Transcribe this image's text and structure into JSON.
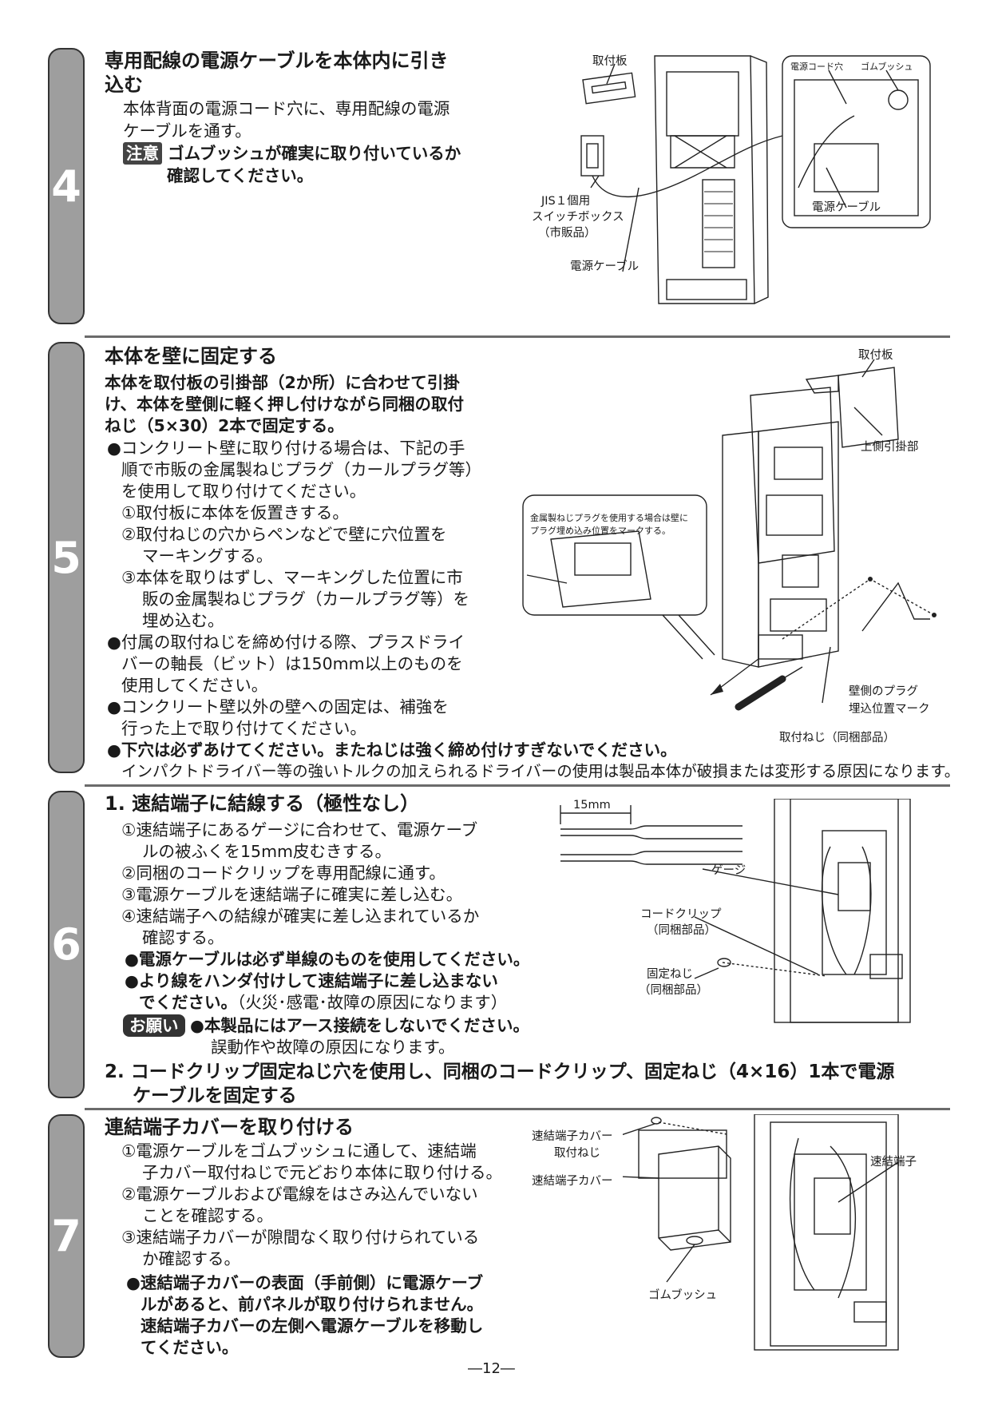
{
  "steps": {
    "s4": {
      "num": "4",
      "title1": "専用配線の電源ケーブルを本体内に引き",
      "title2": "込む",
      "text1": "本体背面の電源コード穴に、専用配線の電源",
      "text2": "ケーブルを通す。",
      "caution_badge": "注意",
      "caution1": "ゴムブッシュが確実に取り付いているか",
      "caution2": "確認してください。",
      "fig": {
        "mount_plate": "取付板",
        "cord_hole": "電源コード穴",
        "rubber_bush": "ゴムブッシュ",
        "switch_box1": "JIS１個用",
        "switch_box2": "スイッチボックス",
        "switch_box3": "（市販品）",
        "cable_main": "電源ケーブル",
        "cable_inset": "電源ケーブル"
      }
    },
    "s5": {
      "num": "5",
      "title": "本体を壁に固定する",
      "lead1": "本体を取付板の引掛部（2か所）に合わせて引掛",
      "lead2": "け、本体を壁側に軽く押し付けながら同梱の取付",
      "lead3": "ねじ（5×30）2本で固定する。",
      "b1_1": "●コンクリート壁に取り付ける場合は、下記の手",
      "b1_2": "順で市販の金属製ねじプラグ（カールプラグ等）",
      "b1_3": "を使用して取り付けてください。",
      "step1": "①取付板に本体を仮置きする。",
      "step2a": "②取付ねじの穴からペンなどで壁に穴位置を",
      "step2b": "マーキングする。",
      "step3a": "③本体を取りはずし、マーキングした位置に市",
      "step3b": "販の金属製ねじプラグ（カールプラグ等）を",
      "step3c": "埋め込む。",
      "b2_1": "●付属の取付ねじを締め付ける際、プラスドライ",
      "b2_2": "バーの軸長（ビット）は150mm以上のものを",
      "b2_3": "使用してください。",
      "b3_1": "●コンクリート壁以外の壁への固定は、補強を",
      "b3_2": "行った上で取り付けてください。",
      "warn1": "●下穴は必ずあけてください。またねじは強く締め付けすぎないでください。",
      "warn2": "インパクトドライバー等の強いトルクの加えられるドライバーの使用は製品本体が破損または変形する原因になります。",
      "fig": {
        "mount_plate": "取付板",
        "upper_hook": "上側引掛部",
        "callout1": "金属製ねじプラグを使用する場合は壁に",
        "callout2": "プラグ埋め込み位置をマークする。",
        "plug_mark1": "壁側のプラグ",
        "plug_mark2": "埋込位置マーク",
        "screw": "取付ねじ（同梱部品）"
      }
    },
    "s6": {
      "num": "6",
      "sub1_title": "1. 速結端子に結線する（極性なし）",
      "i1a": "①速結端子にあるゲージに合わせて、電源ケーブ",
      "i1b": "ルの被ふくを15mm皮むきする。",
      "i2": "②同梱のコードクリップを専用配線に通す。",
      "i3": "③電源ケーブルを速結端子に確実に差し込む。",
      "i4a": "④速結端子への結線が確実に差し込まれているか",
      "i4b": "確認する。",
      "w1": "●電源ケーブルは必ず単線のものを使用してください。",
      "w2a": "●より線をハンダ付けして速結端子に差し込まない",
      "w2b": "でください。",
      "w2c": "（火災･感電･故障の原因になります）",
      "req_badge": "お願い",
      "req1": "●本製品にはアース接続をしないでください。",
      "req2": "誤動作や故障の原因になります。",
      "sub2a": "2. コードクリップ固定ねじ穴を使用し、同梱のコードクリップ、固定ねじ（4×16）1本で電源",
      "sub2b": "ケーブルを固定する",
      "fig": {
        "strip": "15mm",
        "gauge": "ゲージ",
        "clip1": "コードクリップ",
        "clip2": "（同梱部品）",
        "fix1": "固定ねじ",
        "fix2": "（同梱部品）"
      }
    },
    "s7": {
      "num": "7",
      "title": "連結端子カバーを取り付ける",
      "i1a": "①電源ケーブルをゴムブッシュに通して、速結端",
      "i1b": "子カバー取付ねじで元どおり本体に取り付ける。",
      "i2a": "②電源ケーブルおよび電線をはさみ込んでいない",
      "i2b": "ことを確認する。",
      "i3a": "③速結端子カバーが隙間なく取り付けられている",
      "i3b": "か確認する。",
      "w1": "●速結端子カバーの表面（手前側）に電源ケーブ",
      "w2": "ルがあると、前パネルが取り付けられません。",
      "w3": "速結端子カバーの左側へ電源ケーブルを移動し",
      "w4": "てください。",
      "fig": {
        "cover_screw1": "速結端子カバー",
        "cover_screw2": "取付ねじ",
        "terminal": "速結端子",
        "cover": "速結端子カバー",
        "bush": "ゴムブッシュ"
      }
    }
  },
  "page_number": "―12―"
}
